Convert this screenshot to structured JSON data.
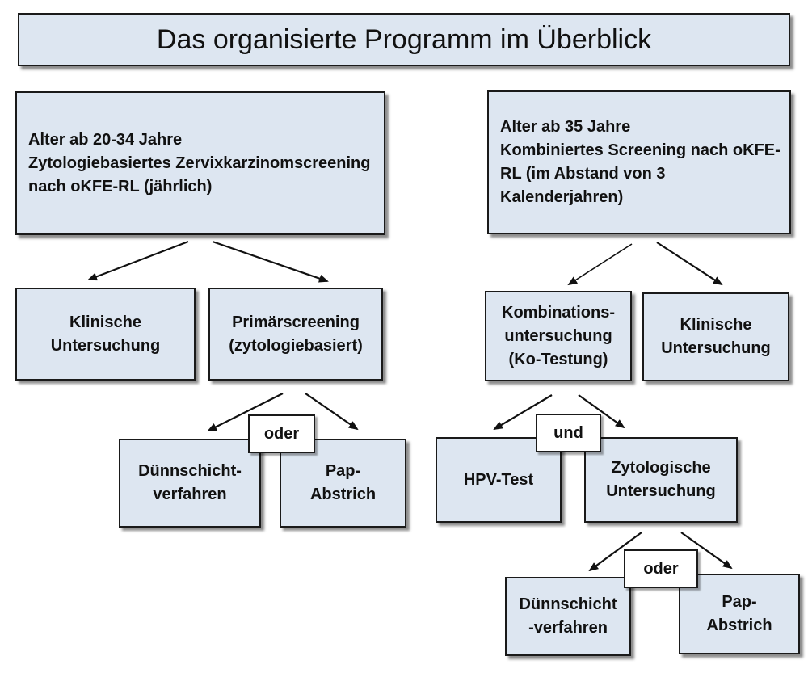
{
  "title": "Das organisierte Programm im Überblick",
  "left": {
    "header": "Alter ab 20-34 Jahre\nZytologiebasiertes Zervixkarzinomscreening\nnach oKFE-RL (jährlich)",
    "clinical": "Klinische\nUntersuchung",
    "primary": "Primärscreening\n(zytologiebasiert)",
    "connector": "oder",
    "thin_layer": "Dünnschicht-\nverfahren",
    "pap": "Pap-\nAbstrich"
  },
  "right": {
    "header": "Alter  ab 35 Jahre\nKombiniertes Screening nach oKFE-\nRL (im Abstand von 3\nKalenderjahren)",
    "combination": "Kombinations-\nuntersuchung\n(Ko-Testung)",
    "clinical": "Klinische\nUntersuchung",
    "connector_and": "und",
    "hpv": "HPV-Test",
    "cytology": "Zytologische\nUntersuchung",
    "connector_or": "oder",
    "thin_layer": "Dünnschicht\n-verfahren",
    "pap": "Pap-\nAbstrich"
  }
}
